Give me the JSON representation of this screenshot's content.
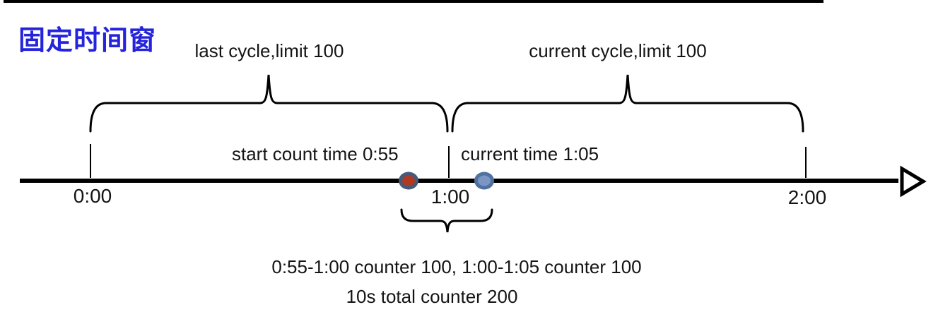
{
  "title": "固定时间窗",
  "colors": {
    "title_blue": "#2424DC",
    "line_black": "#000000",
    "red_dot_fill": "#B03A21",
    "red_dot_ring": "#46597B",
    "blue_dot_fill": "#7B96C4",
    "blue_dot_ring": "#4E71A0"
  },
  "braces": {
    "last_cycle_label": "last cycle,limit 100",
    "current_cycle_label": "current cycle,limit 100"
  },
  "timeline": {
    "ticks": [
      {
        "label": "0:00"
      },
      {
        "label": "1:00"
      },
      {
        "label": "2:00"
      }
    ],
    "markers": [
      {
        "label": "start count time 0:55",
        "time": "0:55"
      },
      {
        "label": "current time 1:05",
        "time": "1:05"
      }
    ]
  },
  "caption": {
    "line1": "0:55-1:00 counter 100, 1:00-1:05 counter 100",
    "line2": "10s total counter 200"
  }
}
